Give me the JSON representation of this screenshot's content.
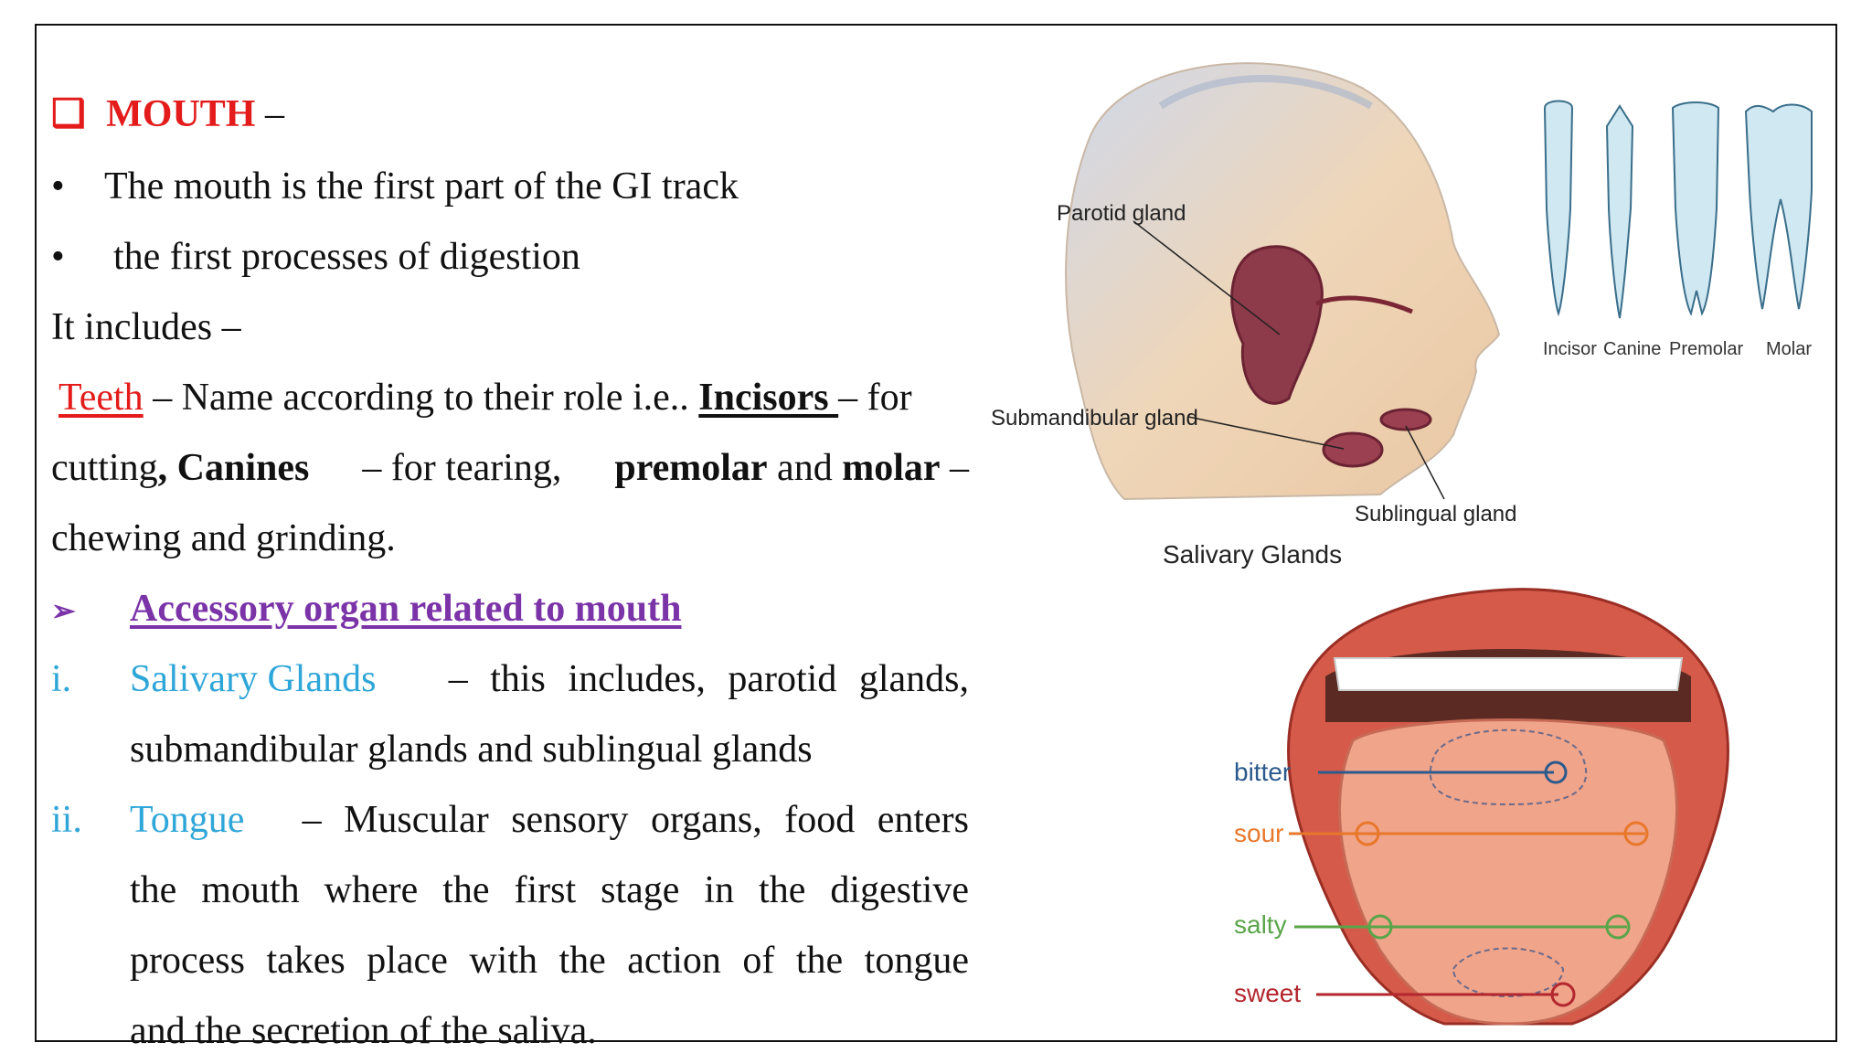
{
  "heading": {
    "bullet": "❑",
    "title": "MOUTH",
    "dash": " –"
  },
  "bullets": [
    {
      "mark": "•",
      "text": "The mouth is the first part of the GI track"
    },
    {
      "mark": "•",
      "text": "the first processes of digestion"
    }
  ],
  "includes": "It includes –",
  "teeth": {
    "teeth_label": "Teeth",
    "text1": " – Name according to their role i.e.. ",
    "incisors": "Incisors ",
    "text2": "– for",
    "line2_a": "cutting",
    "line2_b": ", Canines",
    "line2_c": " – for tearing, ",
    "premolar": "premolar",
    "and": " and ",
    "molar": "molar",
    "line2_d": " –",
    "line3": "chewing and grinding."
  },
  "accessory": {
    "mark": "➢",
    "title": "Accessory organ related to mouth"
  },
  "items": [
    {
      "num": "i.",
      "name": "Salivary Glands",
      "desc1": " – this includes, parotid glands,",
      "desc2": "submandibular glands and sublingual glands"
    },
    {
      "num": "ii.",
      "name": "Tongue",
      "desc1": " – Muscular sensory organs, food enters",
      "desc2": "the mouth where the first stage in the digestive",
      "desc3": "process takes place with the action of the tongue",
      "desc4": "and the secretion of the saliva."
    }
  ],
  "salivary_figure": {
    "parotid": "Parotid gland",
    "submandibular": "Submandibular gland",
    "sublingual": "Sublingual gland",
    "caption": "Salivary Glands"
  },
  "teeth_figure": {
    "labels": [
      "Incisor",
      "Canine",
      "Premolar",
      "Molar"
    ]
  },
  "tongue_figure": {
    "labels": [
      "bitter",
      "sour",
      "salty",
      "sweet"
    ],
    "colors": {
      "bitter": "#2b5a8c",
      "sour": "#e8772a",
      "salty": "#5aa54a",
      "sweet": "#b3262e"
    }
  }
}
